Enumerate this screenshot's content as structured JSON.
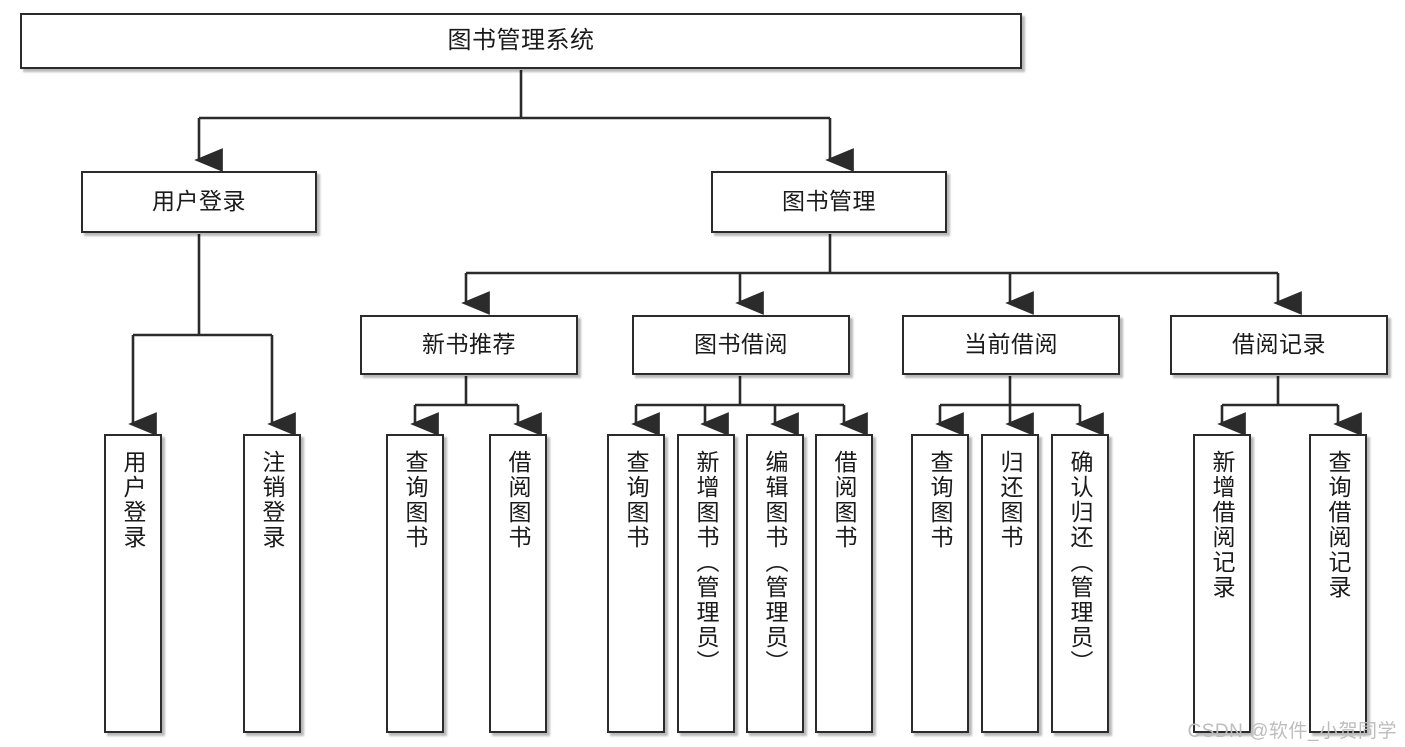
{
  "diagram": {
    "title": "图书管理系统",
    "type": "tree-hierarchy-chart",
    "colors": {
      "box_border": "#2b2b2b",
      "box_fill": "#ffffff",
      "line": "#2b2b2b",
      "background": "#ffffff",
      "watermark": "#bdbdbd"
    },
    "root": {
      "label": "图书管理系统"
    },
    "level2": [
      {
        "label": "用户登录"
      },
      {
        "label": "图书管理"
      }
    ],
    "level3": [
      {
        "label": "新书推荐"
      },
      {
        "label": "图书借阅"
      },
      {
        "label": "当前借阅"
      },
      {
        "label": "借阅记录"
      }
    ],
    "leaves": {
      "user_login": [
        {
          "label": "用户登录"
        },
        {
          "label": "注销登录"
        }
      ],
      "new_book_recommend": [
        {
          "label": "查询图书"
        },
        {
          "label": "借阅图书"
        }
      ],
      "book_borrow": [
        {
          "label": "查询图书"
        },
        {
          "label": "新增图书（管理员）"
        },
        {
          "label": "编辑图书（管理员）"
        },
        {
          "label": "借阅图书"
        }
      ],
      "current_borrow": [
        {
          "label": "查询图书"
        },
        {
          "label": "归还图书"
        },
        {
          "label": "确认归还（管理员）"
        }
      ],
      "borrow_record": [
        {
          "label": "新增借阅记录"
        },
        {
          "label": "查询借阅记录"
        }
      ]
    }
  },
  "watermark": {
    "text": "CSDN @软件_小贺同学"
  }
}
